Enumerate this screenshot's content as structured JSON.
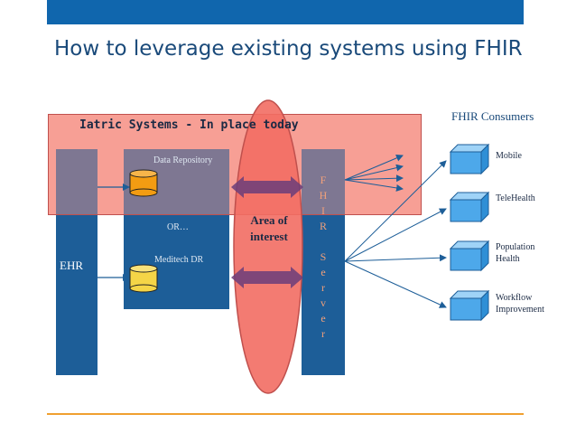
{
  "slide": {
    "title": "How to leverage existing systems using FHIR"
  },
  "iatric": {
    "label": "Iatric Systems - In place today"
  },
  "ehr": {
    "label": "EHR"
  },
  "repository": {
    "data_repository": "Data Repository",
    "or": "OR…",
    "meditech": "Meditech DR"
  },
  "area": {
    "label": "Area of\ninterest"
  },
  "fhir_server": {
    "label": "F\nH\nI\nR\n\nS\ne\nr\nv\ne\nr"
  },
  "consumers": {
    "title": "FHIR Consumers",
    "items": [
      {
        "label": "Mobile"
      },
      {
        "label": "TeleHealth"
      },
      {
        "label": "Population\nHealth"
      },
      {
        "label": "Workflow\nImprovement"
      }
    ]
  },
  "colors": {
    "top_bar": "#1066ad",
    "component_blue": "#1d5e98",
    "iatric_fill": "#f7968c",
    "area_fill": "#f26d63",
    "database_orange": "#f39c12",
    "database_yellow": "#f5d547",
    "cube_blue": "#4da8ea",
    "accent_line": "#f0a030",
    "arrow_purple": "#6a3d7a"
  }
}
